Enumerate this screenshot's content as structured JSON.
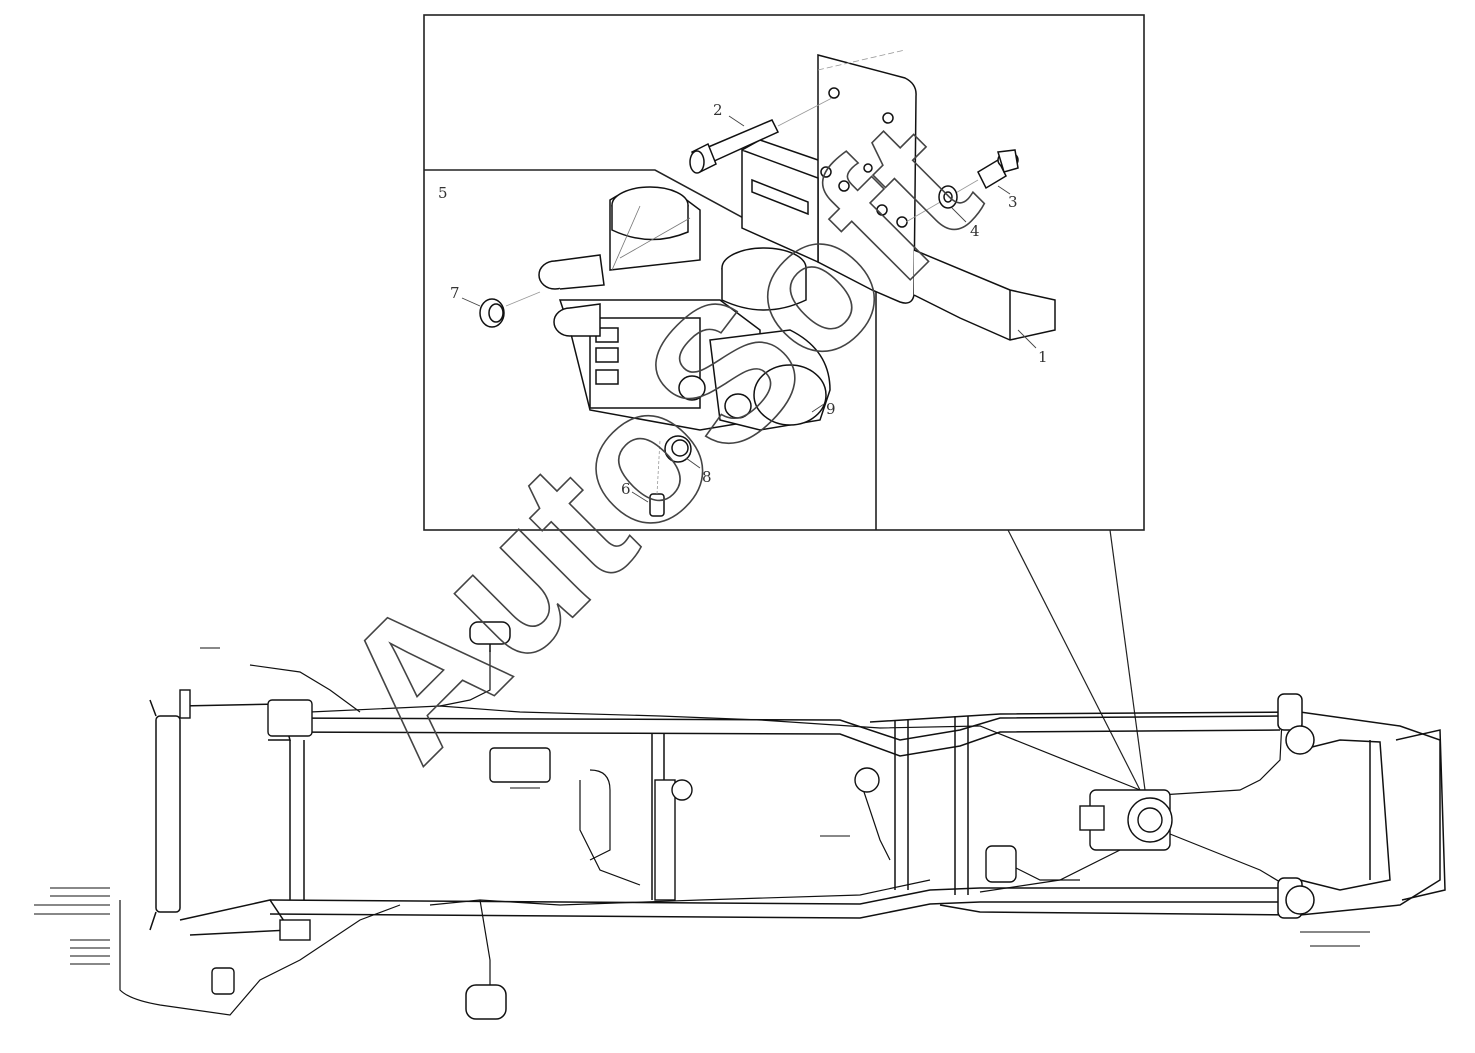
{
  "watermark": "AutoSoft",
  "callouts": {
    "c1": "1",
    "c2": "2",
    "c3": "3",
    "c4": "4",
    "c5": "5",
    "c6": "6",
    "c7": "7",
    "c8": "8",
    "c9": "9"
  },
  "colors": {
    "line": "#111111",
    "detail_box": "#222222",
    "watermark": "#444444",
    "background": "#ffffff"
  }
}
